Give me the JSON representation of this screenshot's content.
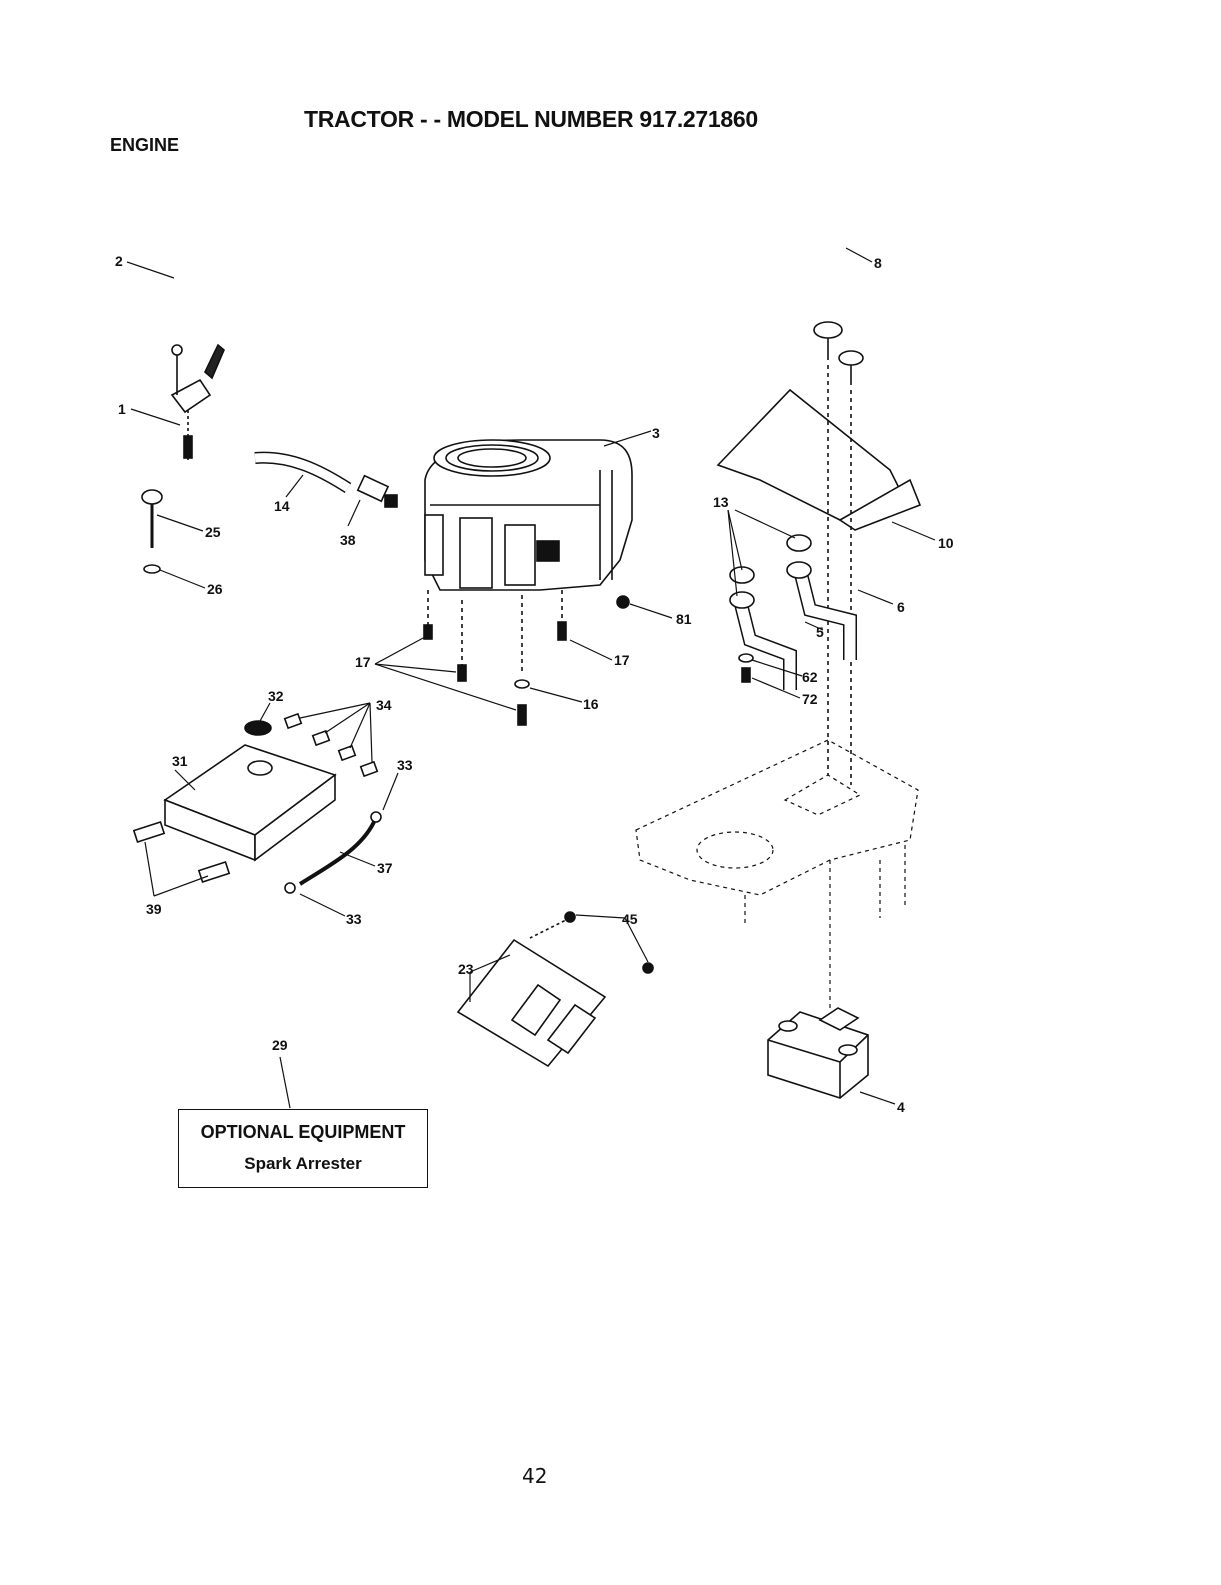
{
  "header": {
    "title": "TRACTOR - - MODEL NUMBER 917.271860",
    "section": "ENGINE"
  },
  "callouts": {
    "c1": "1",
    "c2": "2",
    "c3": "3",
    "c4": "4",
    "c5": "5",
    "c6": "6",
    "c8": "8",
    "c10": "10",
    "c13": "13",
    "c14": "14",
    "c16": "16",
    "c17a": "17",
    "c17b": "17",
    "c23": "23",
    "c25": "25",
    "c26": "26",
    "c29": "29",
    "c31": "31",
    "c32": "32",
    "c33a": "33",
    "c33b": "33",
    "c34": "34",
    "c37": "37",
    "c38": "38",
    "c39": "39",
    "c45": "45",
    "c62": "62",
    "c72": "72",
    "c81": "81"
  },
  "optional": {
    "title": "OPTIONAL EQUIPMENT",
    "subtitle": "Spark Arrester"
  },
  "page_number": "42"
}
